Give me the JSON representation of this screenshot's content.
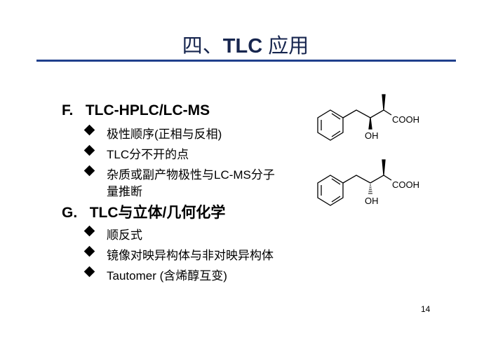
{
  "title": {
    "prefix": "四、",
    "bold": "TLC",
    "suffix": " 应用"
  },
  "sections": [
    {
      "letter": "F.",
      "heading": "TLC-HPLC/LC-MS",
      "bullets": [
        "极性顺序(正相与反相)",
        "TLC分不开的点",
        "杂质或副产物极性与LC-MS分子",
        "量推断"
      ]
    },
    {
      "letter": "G.",
      "heading": "TLC与立体/几何化学",
      "bullets": [
        "顺反式",
        "镜像对映异构体与非对映异构体",
        "Tautomer (含烯醇互变)"
      ]
    }
  ],
  "structures": [
    {
      "acid_label": "COOH",
      "hydroxyl_label": "OH",
      "oh_bond": "wedge"
    },
    {
      "acid_label": "COOH",
      "hydroxyl_label": "OH",
      "oh_bond": "hash"
    }
  ],
  "page_number": "14",
  "colors": {
    "title": "#17264f",
    "rule": "#1f3f8c"
  }
}
